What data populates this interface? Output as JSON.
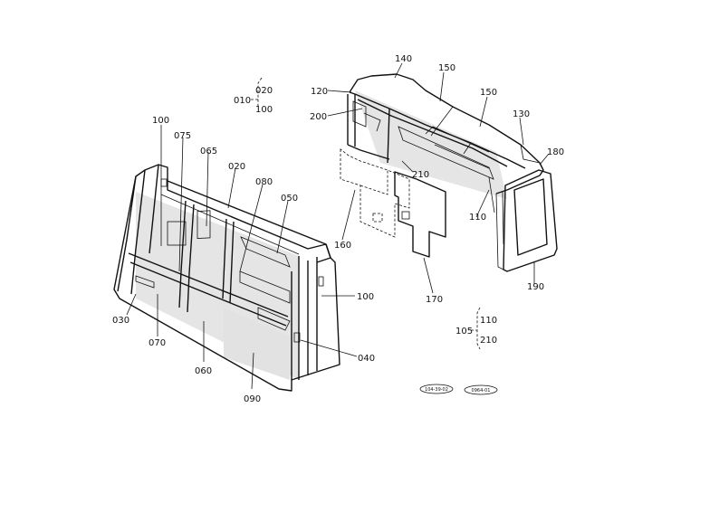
{
  "parts": {
    "p010": "010",
    "p020a": "020",
    "p100a": "100",
    "p140": "140",
    "p150a": "150",
    "p150b": "150",
    "p120": "120",
    "p130": "130",
    "p200": "200",
    "p180": "180",
    "p210a": "210",
    "p110": "110",
    "p160": "160",
    "p170": "170",
    "p190": "190",
    "p100b": "100",
    "p075": "075",
    "p065": "065",
    "p020b": "020",
    "p080": "080",
    "p050": "050",
    "p100c": "100",
    "p030": "030",
    "p070": "070",
    "p060": "060",
    "p040": "040",
    "p090": "090",
    "p105": "105",
    "p110b": "110",
    "p210b": "210"
  },
  "footer": {
    "code_left": "104-39-02",
    "code_right": "0964-01"
  }
}
